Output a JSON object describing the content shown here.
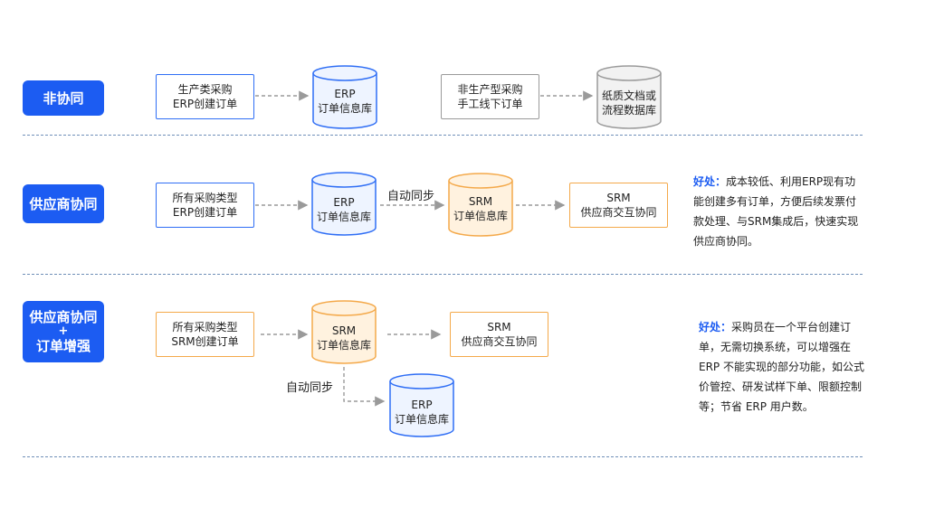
{
  "rows": [
    {
      "tag": [
        "非协同"
      ],
      "box1": [
        "生产类采购",
        "ERP创建订单"
      ],
      "db1": [
        "ERP",
        "订单信息库"
      ],
      "box2": [
        "非生产型采购",
        "手工线下订单"
      ],
      "db2": [
        "纸质文档或",
        "流程数据库"
      ]
    },
    {
      "tag": [
        "供应商协同"
      ],
      "box1": [
        "所有采购类型",
        "ERP创建订单"
      ],
      "db1": [
        "ERP",
        "订单信息库"
      ],
      "sync_label": "自动同步",
      "db2": [
        "SRM",
        "订单信息库"
      ],
      "box2": [
        "SRM",
        "供应商交互协同"
      ],
      "note_hl": "好处：",
      "note": "成本较低、利用ERP现有功能创建多有订单，方便后续发票付款处理、与SRM集成后，快速实现供应商协同。"
    },
    {
      "tag": [
        "供应商协同",
        "+",
        "订单增强"
      ],
      "box1": [
        "所有采购类型",
        "SRM创建订单"
      ],
      "db1": [
        "SRM",
        "订单信息库"
      ],
      "box2": [
        "SRM",
        "供应商交互协同"
      ],
      "sync_label": "自动同步",
      "db2": [
        "ERP",
        "订单信息库"
      ],
      "note_hl": "好处：",
      "note": "采购员在一个平台创建订单，无需切换系统，可以增强在 ERP 不能实现的部分功能，如公式价管控、研发试样下单、限额控制等；节省 ERP 用户数。"
    }
  ],
  "colors": {
    "accent": "#1c5cf2",
    "erp_stroke": "#2f6ef5",
    "erp_fill": "#eef4ff",
    "srm_stroke": "#f4a94a",
    "srm_fill": "#fff2df",
    "paper_stroke": "#9a9a9a",
    "paper_fill": "#f2f2f2"
  }
}
